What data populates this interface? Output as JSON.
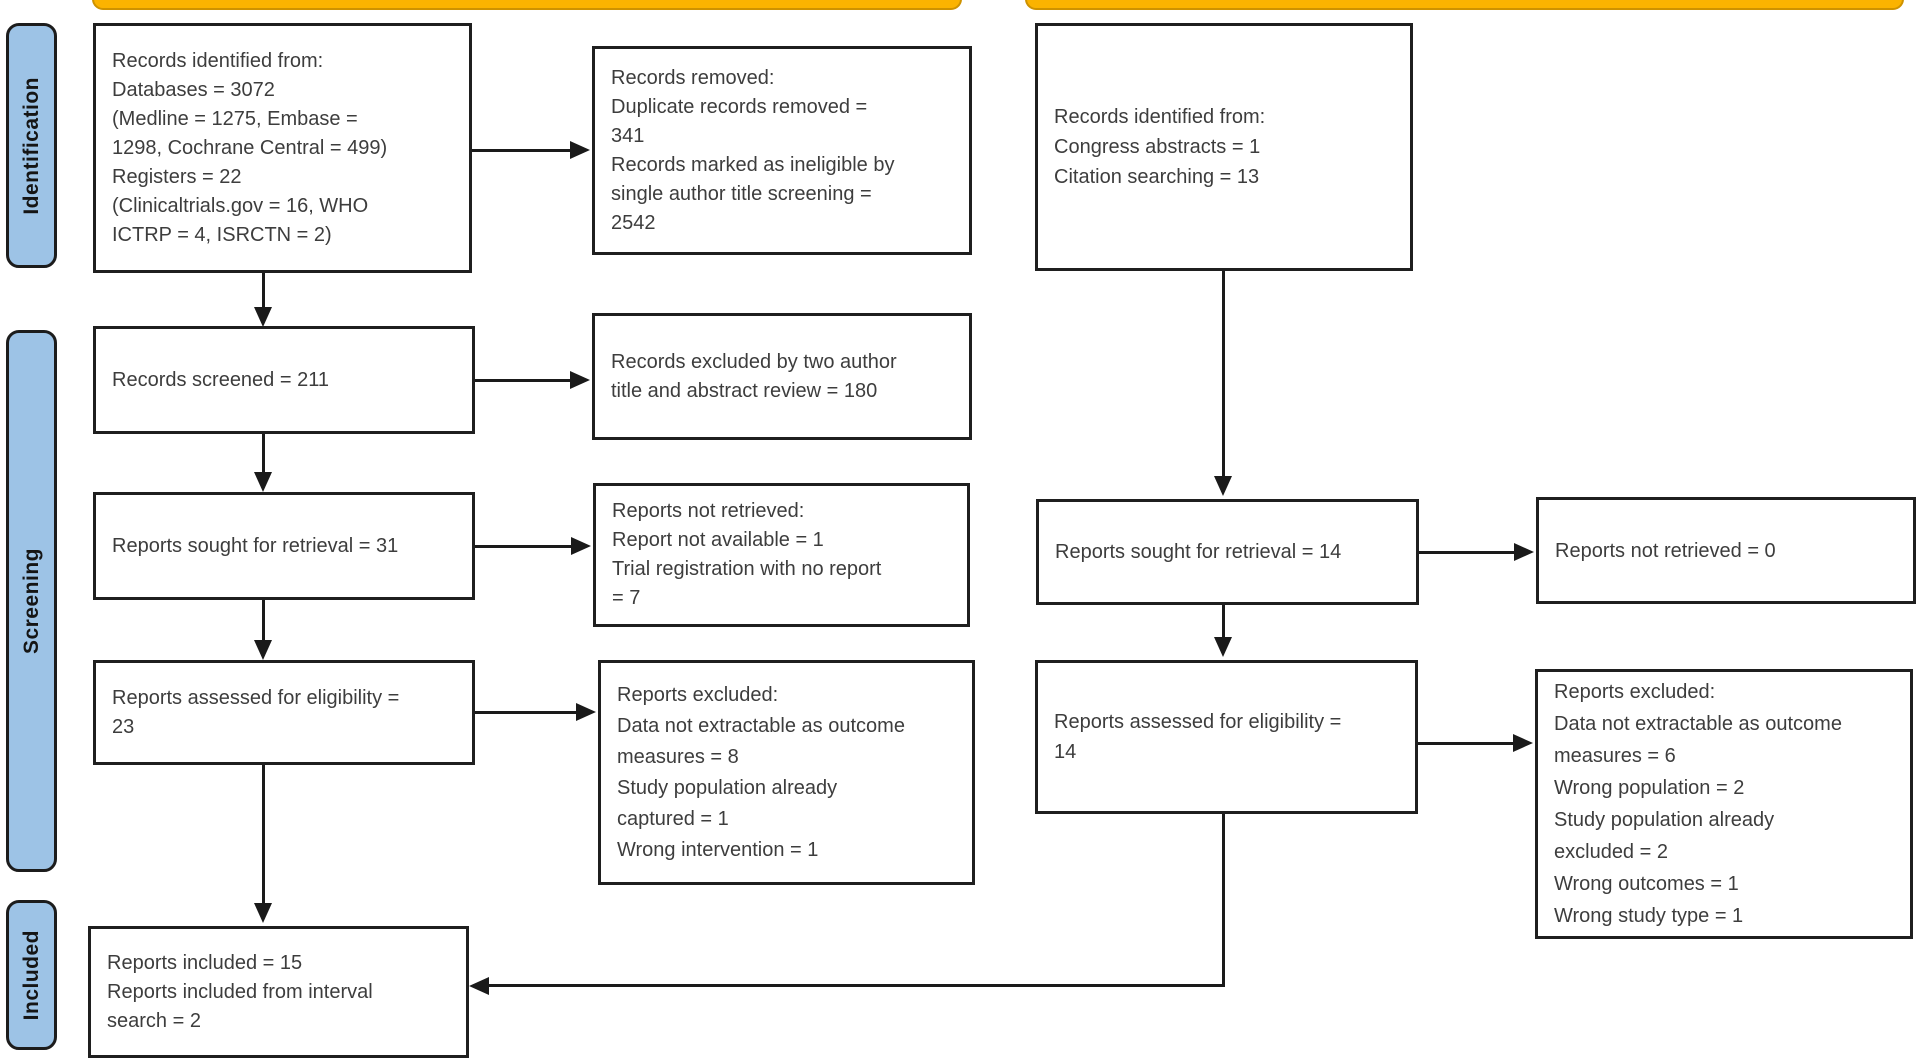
{
  "title": "PRISMA study selection flow diagram",
  "colors": {
    "stage_bar_blue": "#9DC3E6",
    "top_bar_gold": "#FBB300",
    "top_bar_gold_border": "#CE9200",
    "box_border": "#1f1f1f",
    "text": "#3d3d3d"
  },
  "sidebar": {
    "identification": "Identification",
    "screening": "Screening",
    "included": "Included"
  },
  "flow": {
    "records_identified_db": {
      "lines": [
        "Records identified from:",
        "Databases = 3072",
        "(Medline = 1275, Embase =",
        "1298, Cochrane Central = 499)",
        "Registers = 22",
        "(Clinicaltrials.gov = 16, WHO",
        "ICTRP = 4, ISRCTN = 2)"
      ]
    },
    "records_removed": {
      "lines": [
        "Records removed:",
        "Duplicate records removed =",
        "341",
        "Records marked as ineligible by",
        "single author title screening =",
        "2542"
      ]
    },
    "records_screened": {
      "lines": [
        "Records screened = 211"
      ]
    },
    "records_excluded_review": {
      "lines": [
        "Records excluded by two author",
        "title and abstract review = 180"
      ]
    },
    "reports_sought_db": {
      "lines": [
        "Reports sought for retrieval = 31"
      ]
    },
    "reports_not_retrieved_db": {
      "lines": [
        "Reports not retrieved:",
        "Report not available = 1",
        "Trial registration with no report",
        "= 7"
      ]
    },
    "reports_assessed_db": {
      "lines": [
        "Reports assessed for eligibility =",
        "23"
      ]
    },
    "reports_excluded_db": {
      "lines": [
        "Reports excluded:",
        "Data not extractable as outcome",
        "measures = 8",
        "Study population already",
        "captured = 1",
        "Wrong intervention = 1"
      ]
    },
    "reports_included": {
      "lines": [
        "Reports included = 15",
        "Reports included from interval",
        "search = 2"
      ]
    },
    "records_identified_other": {
      "lines": [
        "Records identified from:",
        "Congress abstracts = 1",
        "Citation searching = 13"
      ]
    },
    "reports_sought_other": {
      "lines": [
        "Reports sought for retrieval = 14"
      ]
    },
    "reports_not_retrieved_other": {
      "lines": [
        "Reports not retrieved = 0"
      ]
    },
    "reports_assessed_other": {
      "lines": [
        "Reports assessed for eligibility =",
        "14"
      ]
    },
    "reports_excluded_other": {
      "lines": [
        "Reports excluded:",
        "Data not extractable as outcome",
        "measures = 6",
        "Wrong population = 2",
        "Study population already",
        "excluded = 2",
        "Wrong outcomes = 1",
        "Wrong study type = 1"
      ]
    }
  }
}
